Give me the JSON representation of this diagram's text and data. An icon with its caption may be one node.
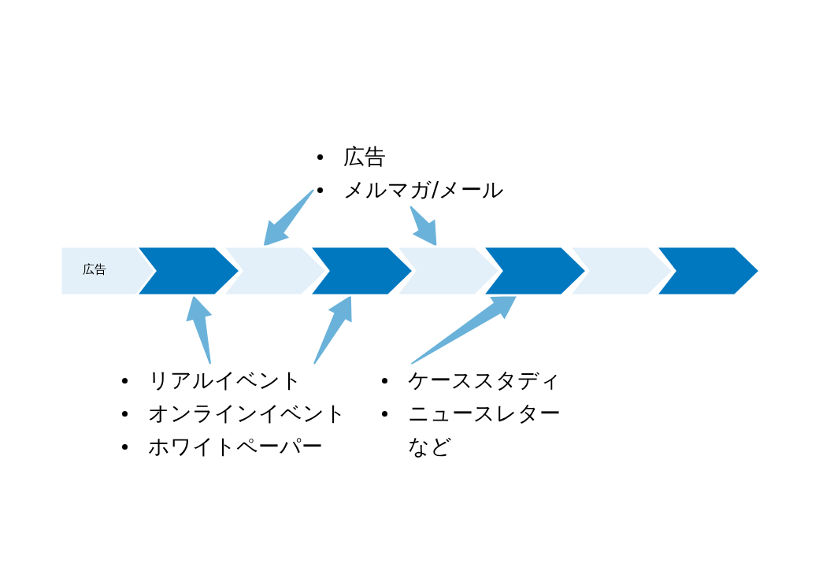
{
  "diagram": {
    "nodes": [
      {
        "text": [
          "広告"
        ]
      },
      {
        "text": [],
        "shape": "chevron"
      },
      {
        "text": [],
        "shape": "chevron"
      },
      {
        "text": [],
        "shape": "chevron"
      },
      {
        "text": [],
        "shape": "chevron"
      },
      {
        "text": [],
        "shape": "chevron"
      },
      {
        "text": [],
        "shape": "chevron"
      },
      {
        "text": [],
        "shape": "chevron"
      },
      {
        "text": [
          "広告",
          "メルマガ/メール"
        ]
      },
      {
        "text": [
          "リアルイベント",
          "オンラインイベント",
          "ホワイトペーパー"
        ]
      },
      {
        "text": [
          "ケーススタディ",
          "ニュースレター",
          "など"
        ]
      }
    ],
    "edges": [
      {
        "from": 8,
        "to": 2,
        "arrow": "to"
      },
      {
        "from": 8,
        "to": 4,
        "arrow": "to"
      },
      {
        "from": 9,
        "to": 1,
        "arrow": "to"
      },
      {
        "from": 9,
        "to": 3,
        "arrow": "to"
      },
      {
        "from": 10,
        "to": 5,
        "arrow": "to"
      }
    ]
  }
}
